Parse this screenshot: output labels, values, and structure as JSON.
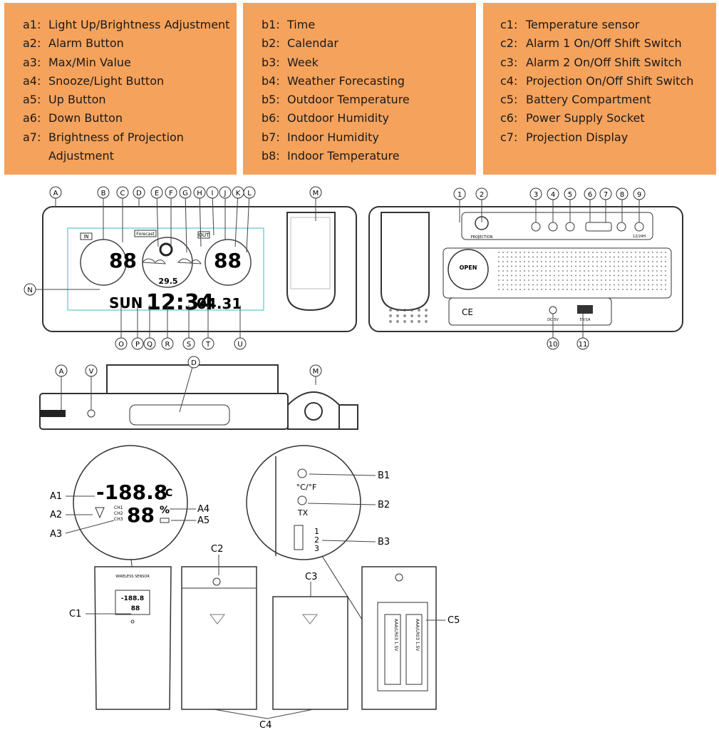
{
  "legend_a": [
    {
      "code": "a1:",
      "text": "Light Up/Brightness Adjustment"
    },
    {
      "code": "a2:",
      "text": "Alarm Button"
    },
    {
      "code": "a3:",
      "text": "Max/Min Value"
    },
    {
      "code": "a4:",
      "text": "Snooze/Light Button"
    },
    {
      "code": "a5:",
      "text": "Up Button"
    },
    {
      "code": "a6:",
      "text": "Down Button"
    },
    {
      "code": "a7:",
      "text": "Brightness of Projection Adjustment"
    }
  ],
  "legend_b": [
    {
      "code": "b1:",
      "text": "Time"
    },
    {
      "code": "b2:",
      "text": "Calendar"
    },
    {
      "code": "b3:",
      "text": "Week"
    },
    {
      "code": "b4:",
      "text": "Weather Forecasting"
    },
    {
      "code": "b5:",
      "text": "Outdoor Temperature"
    },
    {
      "code": "b6:",
      "text": "Outdoor Humidity"
    },
    {
      "code": "b7:",
      "text": "Indoor Humidity"
    },
    {
      "code": "b8:",
      "text": "Indoor Temperature"
    }
  ],
  "legend_c": [
    {
      "code": "c1:",
      "text": "Temperature sensor"
    },
    {
      "code": "c2:",
      "text": "Alarm 1 On/Off Shift Switch"
    },
    {
      "code": "c3:",
      "text": "Alarm 2 On/Off Shift Switch"
    },
    {
      "code": "c4:",
      "text": "Projection On/Off Shift Switch"
    },
    {
      "code": "c5:",
      "text": "Battery Compartment"
    },
    {
      "code": "c6:",
      "text": "Power Supply Socket"
    },
    {
      "code": "c7:",
      "text": "Projection Display"
    }
  ],
  "front_callouts_top": [
    "A",
    "B",
    "C",
    "D",
    "E",
    "F",
    "G",
    "H",
    "I",
    "J",
    "K",
    "L",
    "M"
  ],
  "front_callouts_bottom": [
    "O",
    "P",
    "Q",
    "R",
    "S",
    "T",
    "U"
  ],
  "front_callout_left": "N",
  "side_callouts": [
    "A",
    "V",
    "D",
    "M"
  ],
  "back_callouts_top": [
    "1",
    "2",
    "3",
    "4",
    "5",
    "6",
    "7",
    "8",
    "9"
  ],
  "back_callouts_bottom": [
    "10",
    "11"
  ],
  "display": {
    "in_tag": "IN",
    "forecast_tag": "Forecast",
    "out_tag": "OUT",
    "week": "SUN",
    "time": "12:34",
    "date": "04.31",
    "small_temp": "29.5"
  },
  "back_labels": {
    "projection": "PROJECTION",
    "open": "OPEN",
    "dc": "DC:5V",
    "usb": "5V/1A",
    "hr": "12/24H",
    "ce": "CE"
  },
  "sensor_callouts": [
    "A1",
    "A2",
    "A3",
    "A4",
    "A5"
  ],
  "sensor_lcd": {
    "temp": "-188.8",
    "unit": "°C",
    "hum": "88",
    "pct": "%",
    "ch1": "CH1",
    "ch2": "CH2",
    "ch3": "CH3"
  },
  "switch_callouts": [
    "B1",
    "B2",
    "B3"
  ],
  "switch_labels": {
    "cf": "°C/°F",
    "tx": "TX",
    "n1": "1",
    "n2": "2",
    "n3": "3"
  },
  "sensor_unit_callouts": [
    "C1",
    "C2",
    "C3",
    "C4",
    "C5"
  ],
  "sensor_unit_labels": {
    "brand": "WIRELESS SENSOR",
    "battery1": "AAA/LR03 1.5V",
    "battery2": "AAA/LR03 1.5V"
  }
}
